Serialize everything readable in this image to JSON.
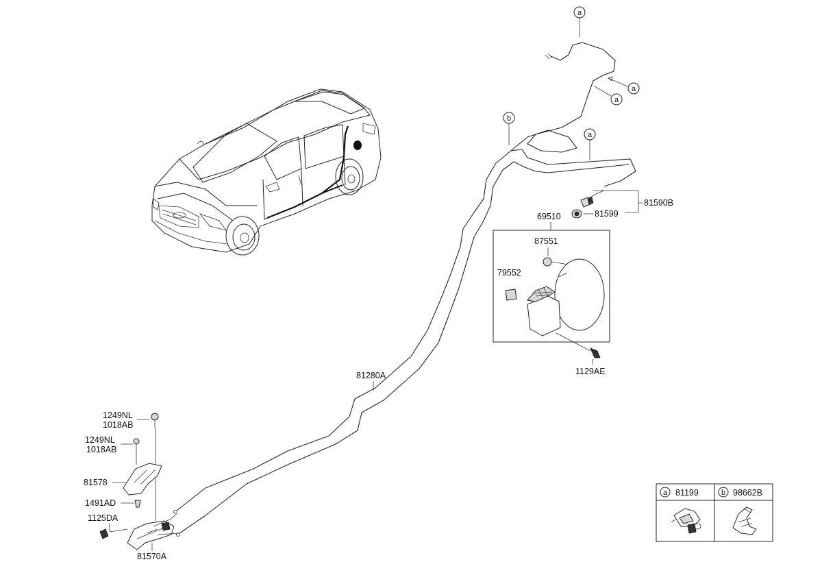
{
  "callout_letters": {
    "a": "a",
    "b": "b"
  },
  "labels": {
    "p81590B": "81590B",
    "p81599": "81599",
    "p69510": "69510",
    "p87551": "87551",
    "p79552": "79552",
    "p1129AE": "1129AE",
    "p81280A": "81280A",
    "p1249NL_1": "1249NL",
    "p1018AB_1": "1018AB",
    "p1249NL_2": "1249NL",
    "p1018AB_2": "1018AB",
    "p81578": "81578",
    "p1491AD": "1491AD",
    "p1125DA": "1125DA",
    "p81570A": "81570A"
  },
  "legend": {
    "a_letter": "a",
    "a_part": "81199",
    "b_letter": "b",
    "b_part": "98662B"
  }
}
